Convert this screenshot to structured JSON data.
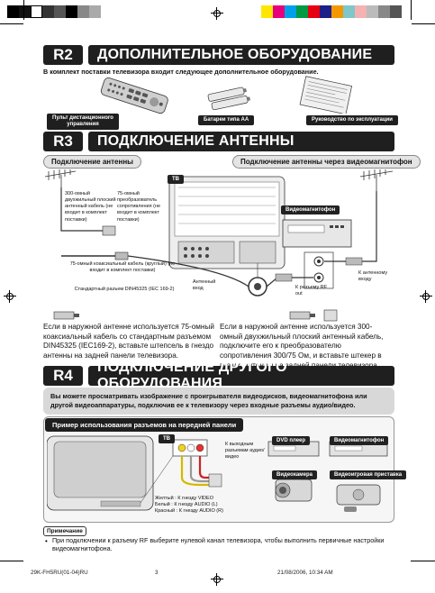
{
  "sections": {
    "r2": {
      "tag": "R2",
      "title": "ДОПОЛНИТЕЛЬНОЕ ОБОРУДОВАНИЕ",
      "intro": "В комплект поставки телевизора входит следующее дополнительное оборудование.",
      "items": {
        "remote": "Пульт дистанционного управления",
        "batteries": "Батареи типа АА",
        "manual": "Руководство по эксплуатации"
      }
    },
    "r3": {
      "tag": "R3",
      "title": "ПОДКЛЮЧЕНИЕ АНТЕННЫ",
      "left_pill": "Подключение антенны",
      "right_pill": "Подключение антенны через видеомагнитофон",
      "tv_label": "ТВ",
      "vcr_label": "Видеомагнитофон",
      "cable_300": "300-омный двухжильный плоский антенный кабель (не входит в комплект поставки)",
      "converter_75": "75-омный преобразователь сопротивления (не входит в комплект поставки)",
      "coax_75": "75-омный коаксиальный кабель (круглый) (не входит в комплект поставки)",
      "din_plug": "Стандартный разъем DIN45325 (IEC 169-2)",
      "antenna_input": "Антенный вход",
      "rf_out": "К разъему RF out",
      "to_antenna_input": "К антенному входу",
      "text_left": "Если в наружной антенне используется 75-омный коаксиальный кабель со стандартным разъемом DIN45325 (IEC169-2), вставьте штепсель в гнездо антенны на задней панели телевизора.",
      "text_right": "Если в наружной антенне используется 300-омный двухжильный плоский антенный кабель, подключите его к преобразователю сопротивления 300/75 Ом, и вставьте штекер в гнездо антенны на задней панели телевизора."
    },
    "r4": {
      "tag": "R4",
      "title": "ПОДКЛЮЧЕНИЕ ДРУГОГО ОБОРУДОВАНИЯ",
      "intro": "Вы можете просматривать изображение с проигрывателя видеодисков, видеомагнитофона или другой видеоаппаратуры, подключив ее к телевизору через входные разъемы аудио/видео.",
      "example_title": "Пример использования разъемов на передней панели",
      "tv_label": "ТВ",
      "output_label": "К выходным разъемам аудио/видео",
      "devices": {
        "dvd": "DVD плеер",
        "vcr": "Видеомагнитофон",
        "camcorder": "Видеокамера",
        "console": "Видеоигровая приставка"
      },
      "cables": [
        {
          "color": "Желтый",
          "target": "К гнезду VIDEO"
        },
        {
          "color": "Белый",
          "target": "К гнезду AUDIO (L)"
        },
        {
          "color": "Красный",
          "target": "К гнезду AUDIO (R)"
        }
      ],
      "note_label": "Примечание",
      "note": "При подключении к разъему RF выберите нулевой канал телевизора, чтобы выполнить первичные настройки видеомагнитофона."
    }
  },
  "footer": {
    "file": "29K-FH5RU(01-04)RU",
    "page": "3",
    "timestamp": "21/08/2006, 10:34 AM"
  },
  "colors": {
    "header_bg": "#1f1f1f",
    "yellow": "#f2d21b",
    "red": "#e5322d",
    "white": "#ffffff"
  }
}
